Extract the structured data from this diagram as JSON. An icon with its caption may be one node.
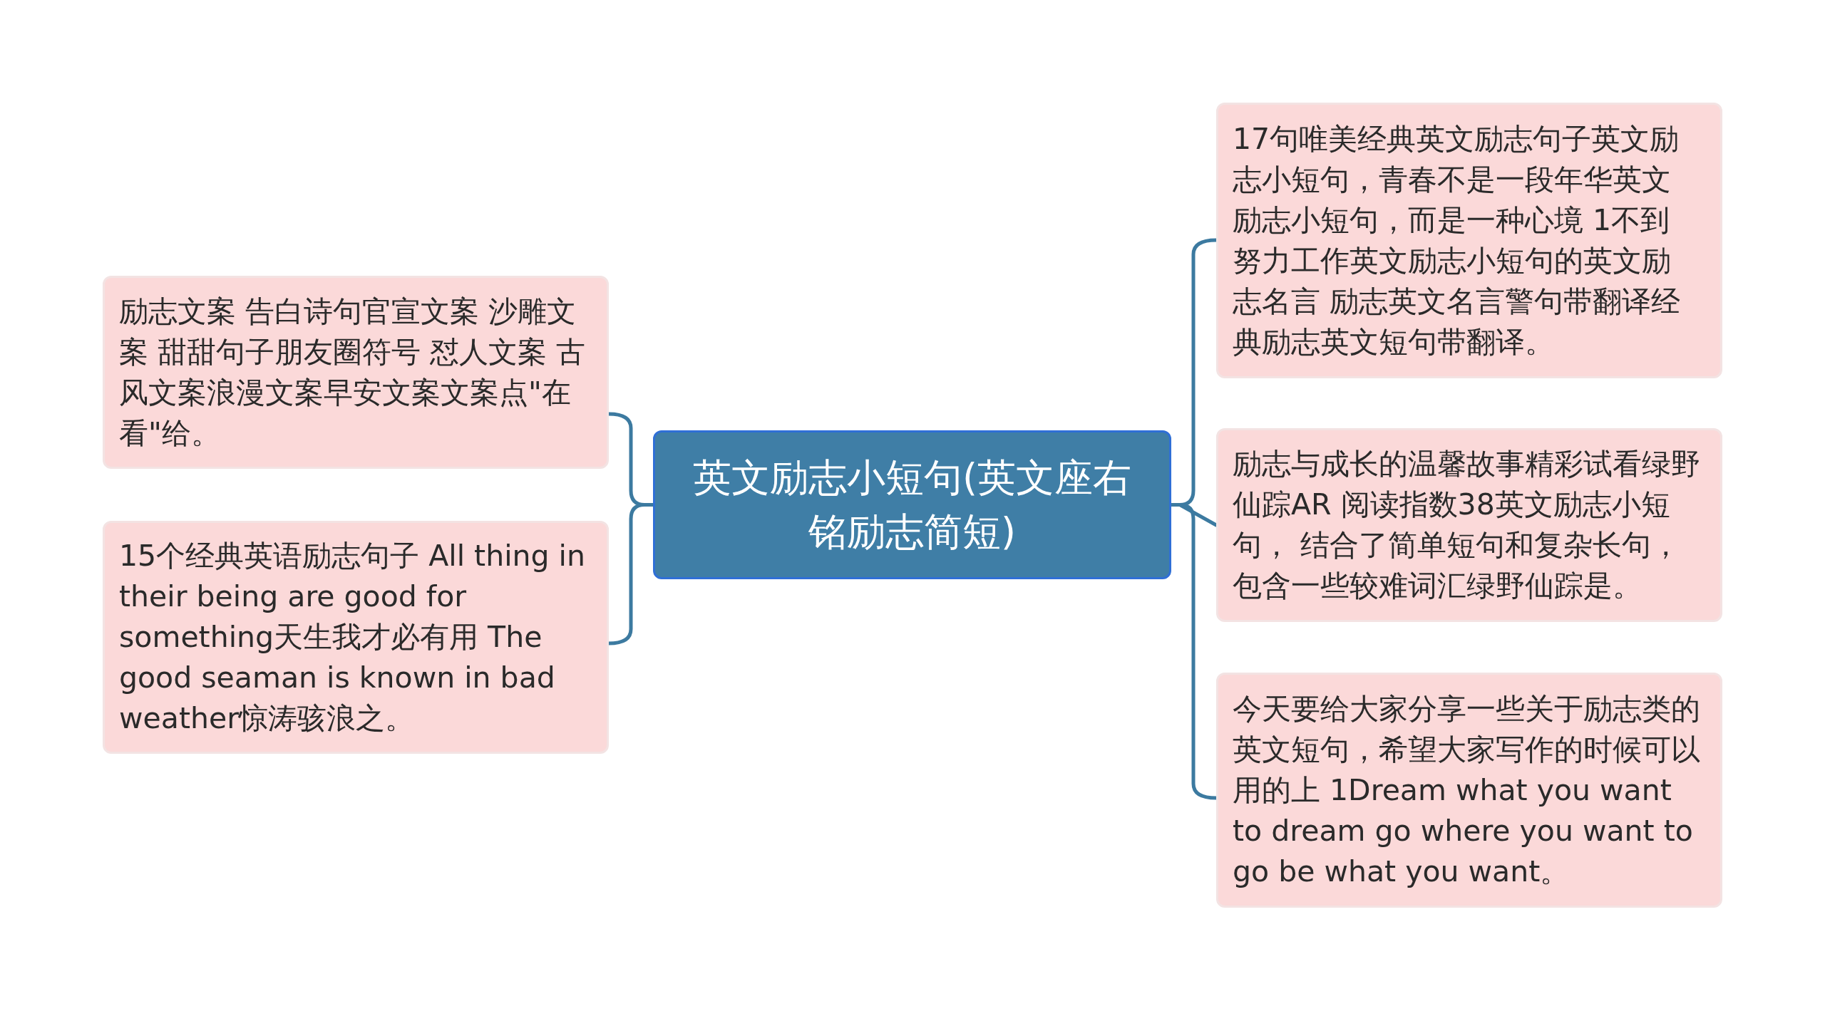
{
  "diagram": {
    "nodes": [
      {
        "text": [
          "英文励志小短句(英文座右铭励志简短)"
        ]
      },
      {
        "text": [
          "励志文案 告白诗句官宣文案 沙雕文案 甜甜句子朋友圈符号 怼人文案 古风文案浪漫文案早安文案文案点\"在看\"给。"
        ]
      },
      {
        "text": [
          "15个经典英语励志句子 All thing in their being are good for something天生我才必有用 The good seaman is known in bad weather惊涛骇浪之。"
        ]
      },
      {
        "text": [
          "17句唯美经典英文励志句子英文励志小短句，青春不是一段年华英文励志小短句，而是一种心境 1不到努力工作英文励志小短句的英文励志名言 励志英文名言警句带翻译经典励志英文短句带翻译。"
        ]
      },
      {
        "text": [
          "励志与成长的温馨故事精彩试看绿野仙踪AR 阅读指数38英文励志小短句， 结合了简单短句和复杂长句，包含一些较难词汇绿野仙踪是。"
        ]
      },
      {
        "text": [
          "今天要给大家分享一些关于励志类的英文短句，希望大家写作的时候可以用的上 1Dream what you want to dream go where you want to go be what you want。"
        ]
      }
    ],
    "edges": [
      {
        "from": 0,
        "to": 1,
        "arrow": "none"
      },
      {
        "from": 0,
        "to": 2,
        "arrow": "none"
      },
      {
        "from": 0,
        "to": 3,
        "arrow": "none"
      },
      {
        "from": 0,
        "to": 4,
        "arrow": "none"
      },
      {
        "from": 0,
        "to": 5,
        "arrow": "none"
      }
    ]
  }
}
